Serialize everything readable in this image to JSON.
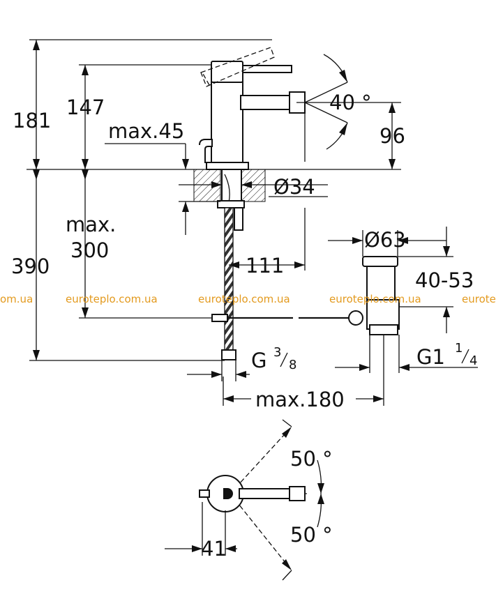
{
  "dimensions": {
    "overall_height": "181",
    "body_height": "147",
    "deck_thickness_max": "max.45",
    "spout_height": "96",
    "spout_angle": "40 °",
    "hole_diameter": "Ø34",
    "hose_length_max_line1": "max.",
    "hose_length_max_line2": "300",
    "below_deck_height": "390",
    "spout_offset": "111",
    "waste_diameter": "Ø63",
    "waste_height": "40-53",
    "connection_thread_g": "G",
    "connection_thread_num": "3",
    "connection_thread_den": "8",
    "waste_thread_main": "G1",
    "waste_thread_num": "1",
    "waste_thread_den": "4",
    "rod_length_max": "max.180",
    "lever_angle_top": "50 °",
    "lever_angle_bottom": "50 °",
    "lever_offset": "41"
  },
  "watermark": {
    "text": "euroteplo.com.ua",
    "partial_left": "om.ua",
    "partial_right": "eurote"
  }
}
